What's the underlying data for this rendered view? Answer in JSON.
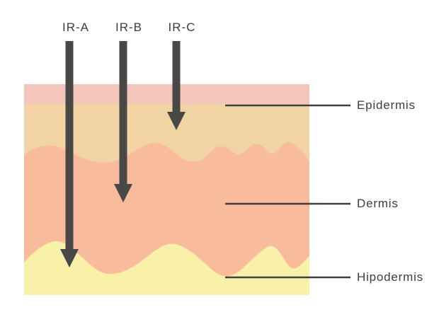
{
  "diagram": {
    "rays": [
      {
        "label": "IR-A"
      },
      {
        "label": "IR-B"
      },
      {
        "label": "IR-C"
      }
    ],
    "layers": [
      {
        "label": "Epidermis"
      },
      {
        "label": "Dermis"
      },
      {
        "label": "Hipodermis"
      }
    ],
    "colors": {
      "background": "#ffffff",
      "surface_band": "#f3c5bb",
      "epidermis": "#f2d3a3",
      "dermis": "#f8bc9d",
      "hipodermis": "#faf1a9",
      "arrow": "#484846",
      "leader_line": "#3f3f3f",
      "text": "#3d3d3d"
    }
  }
}
